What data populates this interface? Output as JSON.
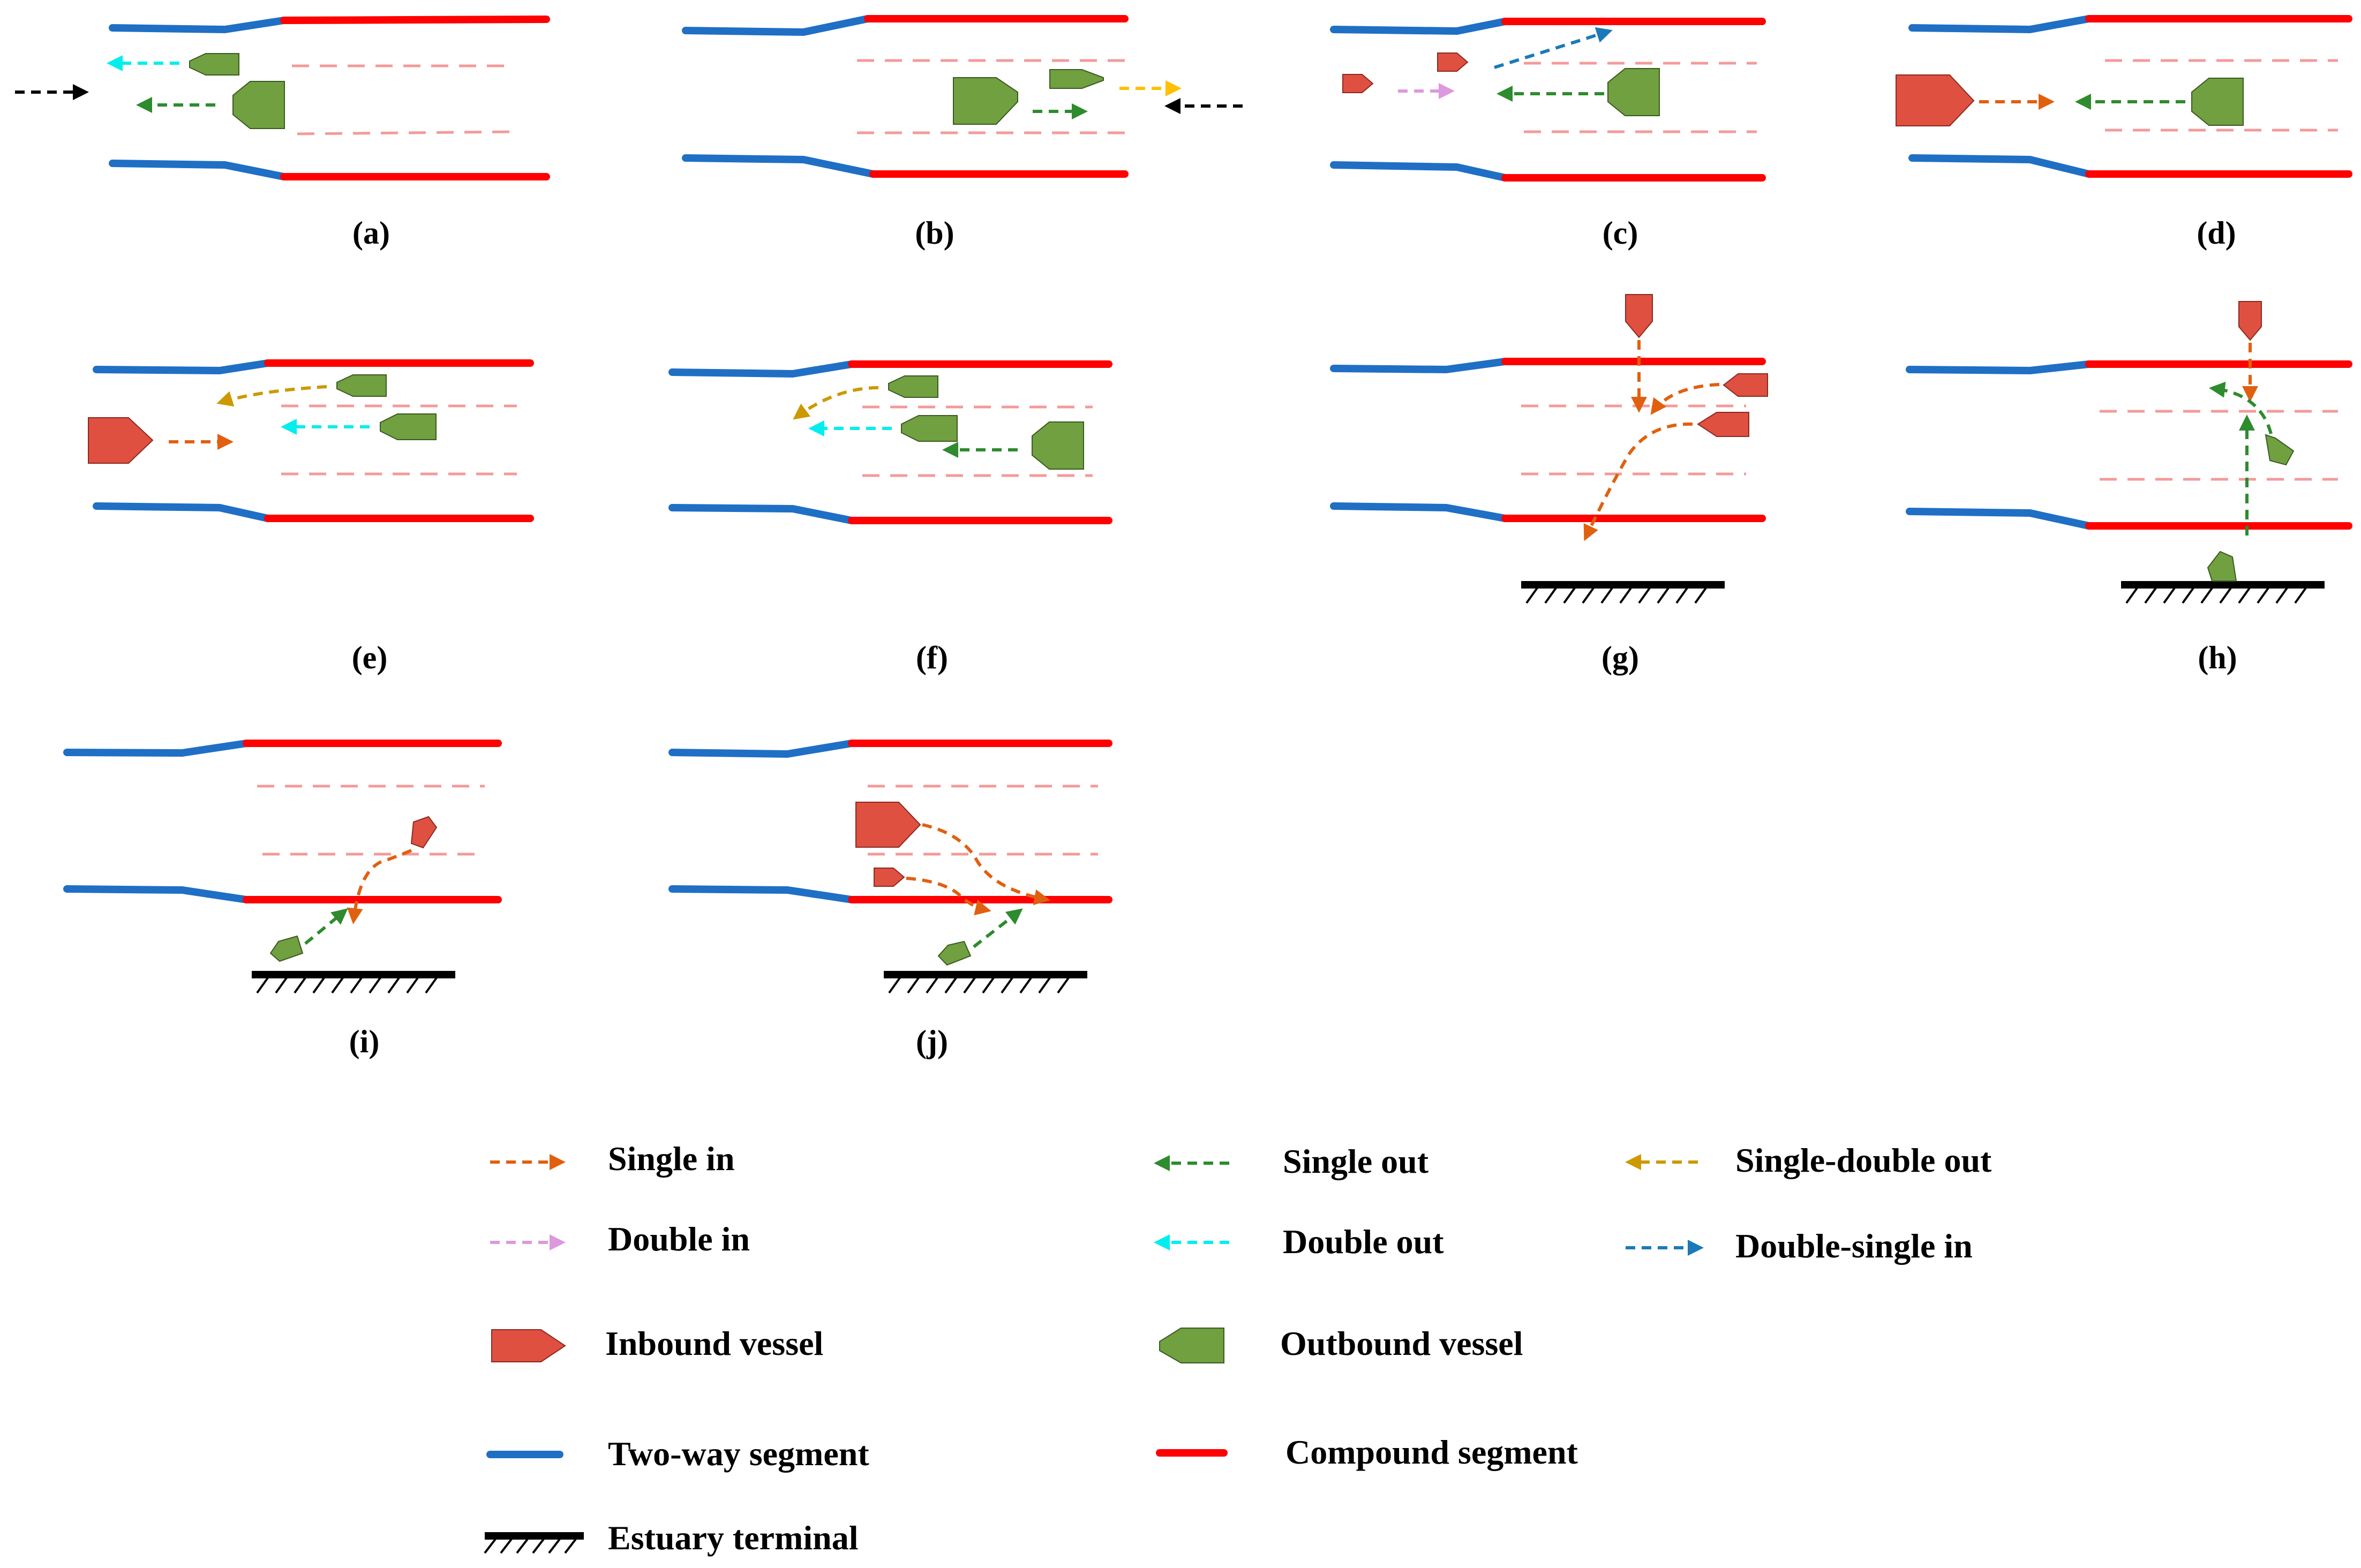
{
  "panels": {
    "a": "(a)",
    "b": "(b)",
    "c": "(c)",
    "d": "(d)",
    "e": "(e)",
    "f": "(f)",
    "g": "(g)",
    "h": "(h)",
    "i": "(i)",
    "j": "(j)"
  },
  "legend": {
    "single_in": "Single in",
    "double_in": "Double in",
    "single_out": "Single out",
    "double_out": "Double out",
    "single_double_out": "Single-double out",
    "double_single_in": "Double-single in",
    "inbound_vessel": "Inbound vessel",
    "outbound_vessel": "Outbound vessel",
    "two_way_segment": "Two-way segment",
    "compound_segment": "Compound segment",
    "estuary_terminal": "Estuary terminal"
  },
  "colors": {
    "two_way_segment": "#1f6fc5",
    "compound_segment": "#ff0000",
    "lane_divider": "#f49a9a",
    "inbound_vessel": "#e05040",
    "outbound_vessel": "#70a040",
    "single_in": "#e06010",
    "double_in": "#dd99dd",
    "single_out": "#2e8b2e",
    "double_out": "#00eeee",
    "single_double_out": "#cc9900",
    "double_single_in": "#1a7ab8",
    "yellow_arrow": "#ffc000",
    "black_arrow": "#000000"
  }
}
